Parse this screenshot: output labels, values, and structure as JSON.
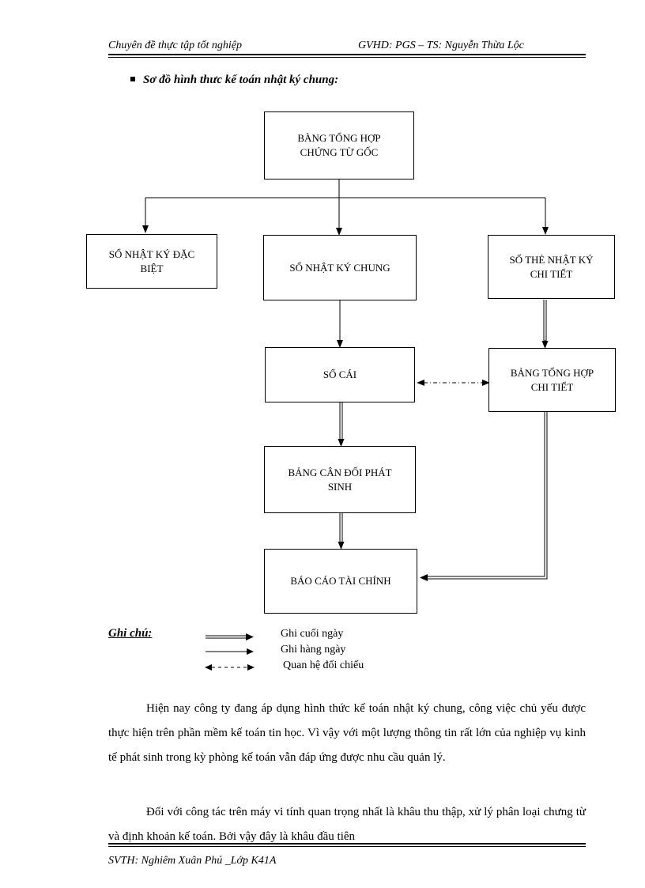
{
  "header": {
    "left": "Chuyên đề thực tập tốt nghiệp",
    "right": "GVHD: PGS – TS: Nguyễn Thừa Lộc"
  },
  "section_title": "Sơ đồ hình thưc kế toán nhật ký chung:",
  "diagram": {
    "box_tong_hop": "BÀNG TỔNG HỢP\nCHỨNG TỪ GỐC",
    "box_dac_biet": "SỔ NHẬT KÝ ĐẶC\nBIỆT",
    "box_nk_chung": "SỔ NHẬT KÝ CHUNG",
    "box_the_chi_tiet": "SỔ THẺ NHẬT KÝ\nCHI TIẾT",
    "box_so_cai": "SỔ CÁI",
    "box_bang_chi_tiet": "BẢNG TỔNG HỢP\nCHI TIẾT",
    "box_can_doi": "BẢNG CÂN ĐỐI PHÁT\nSINH",
    "box_bao_cao": "BÁO CÁO TÀI CHÍNH"
  },
  "legend": {
    "title": "Ghi chú:",
    "items": [
      "Ghi cuối ngày",
      "Ghi hàng ngày",
      "Quan hệ đối chiếu"
    ]
  },
  "paragraphs": [
    "Hiện nay công ty đang áp dụng hình thức kế toán nhật ký chung, công việc chủ yếu được thực hiện trên phần mềm kế toán tin học. Vì vậy với một lượng thông tin rất lớn của nghiệp vụ kinh tế phát sinh trong kỳ phòng kế toán vẫn đáp ứng được nhu cầu quản lý.",
    "Đối với công tác trên máy vi tính quan trọng nhất là khâu thu thập, xử lý phân loại chưng từ và định khoản kế toán. Bởi vậy đây là khâu đầu tiên"
  ],
  "footer": "SVTH: Nghiêm Xuân Phú _Lớp K41A"
}
